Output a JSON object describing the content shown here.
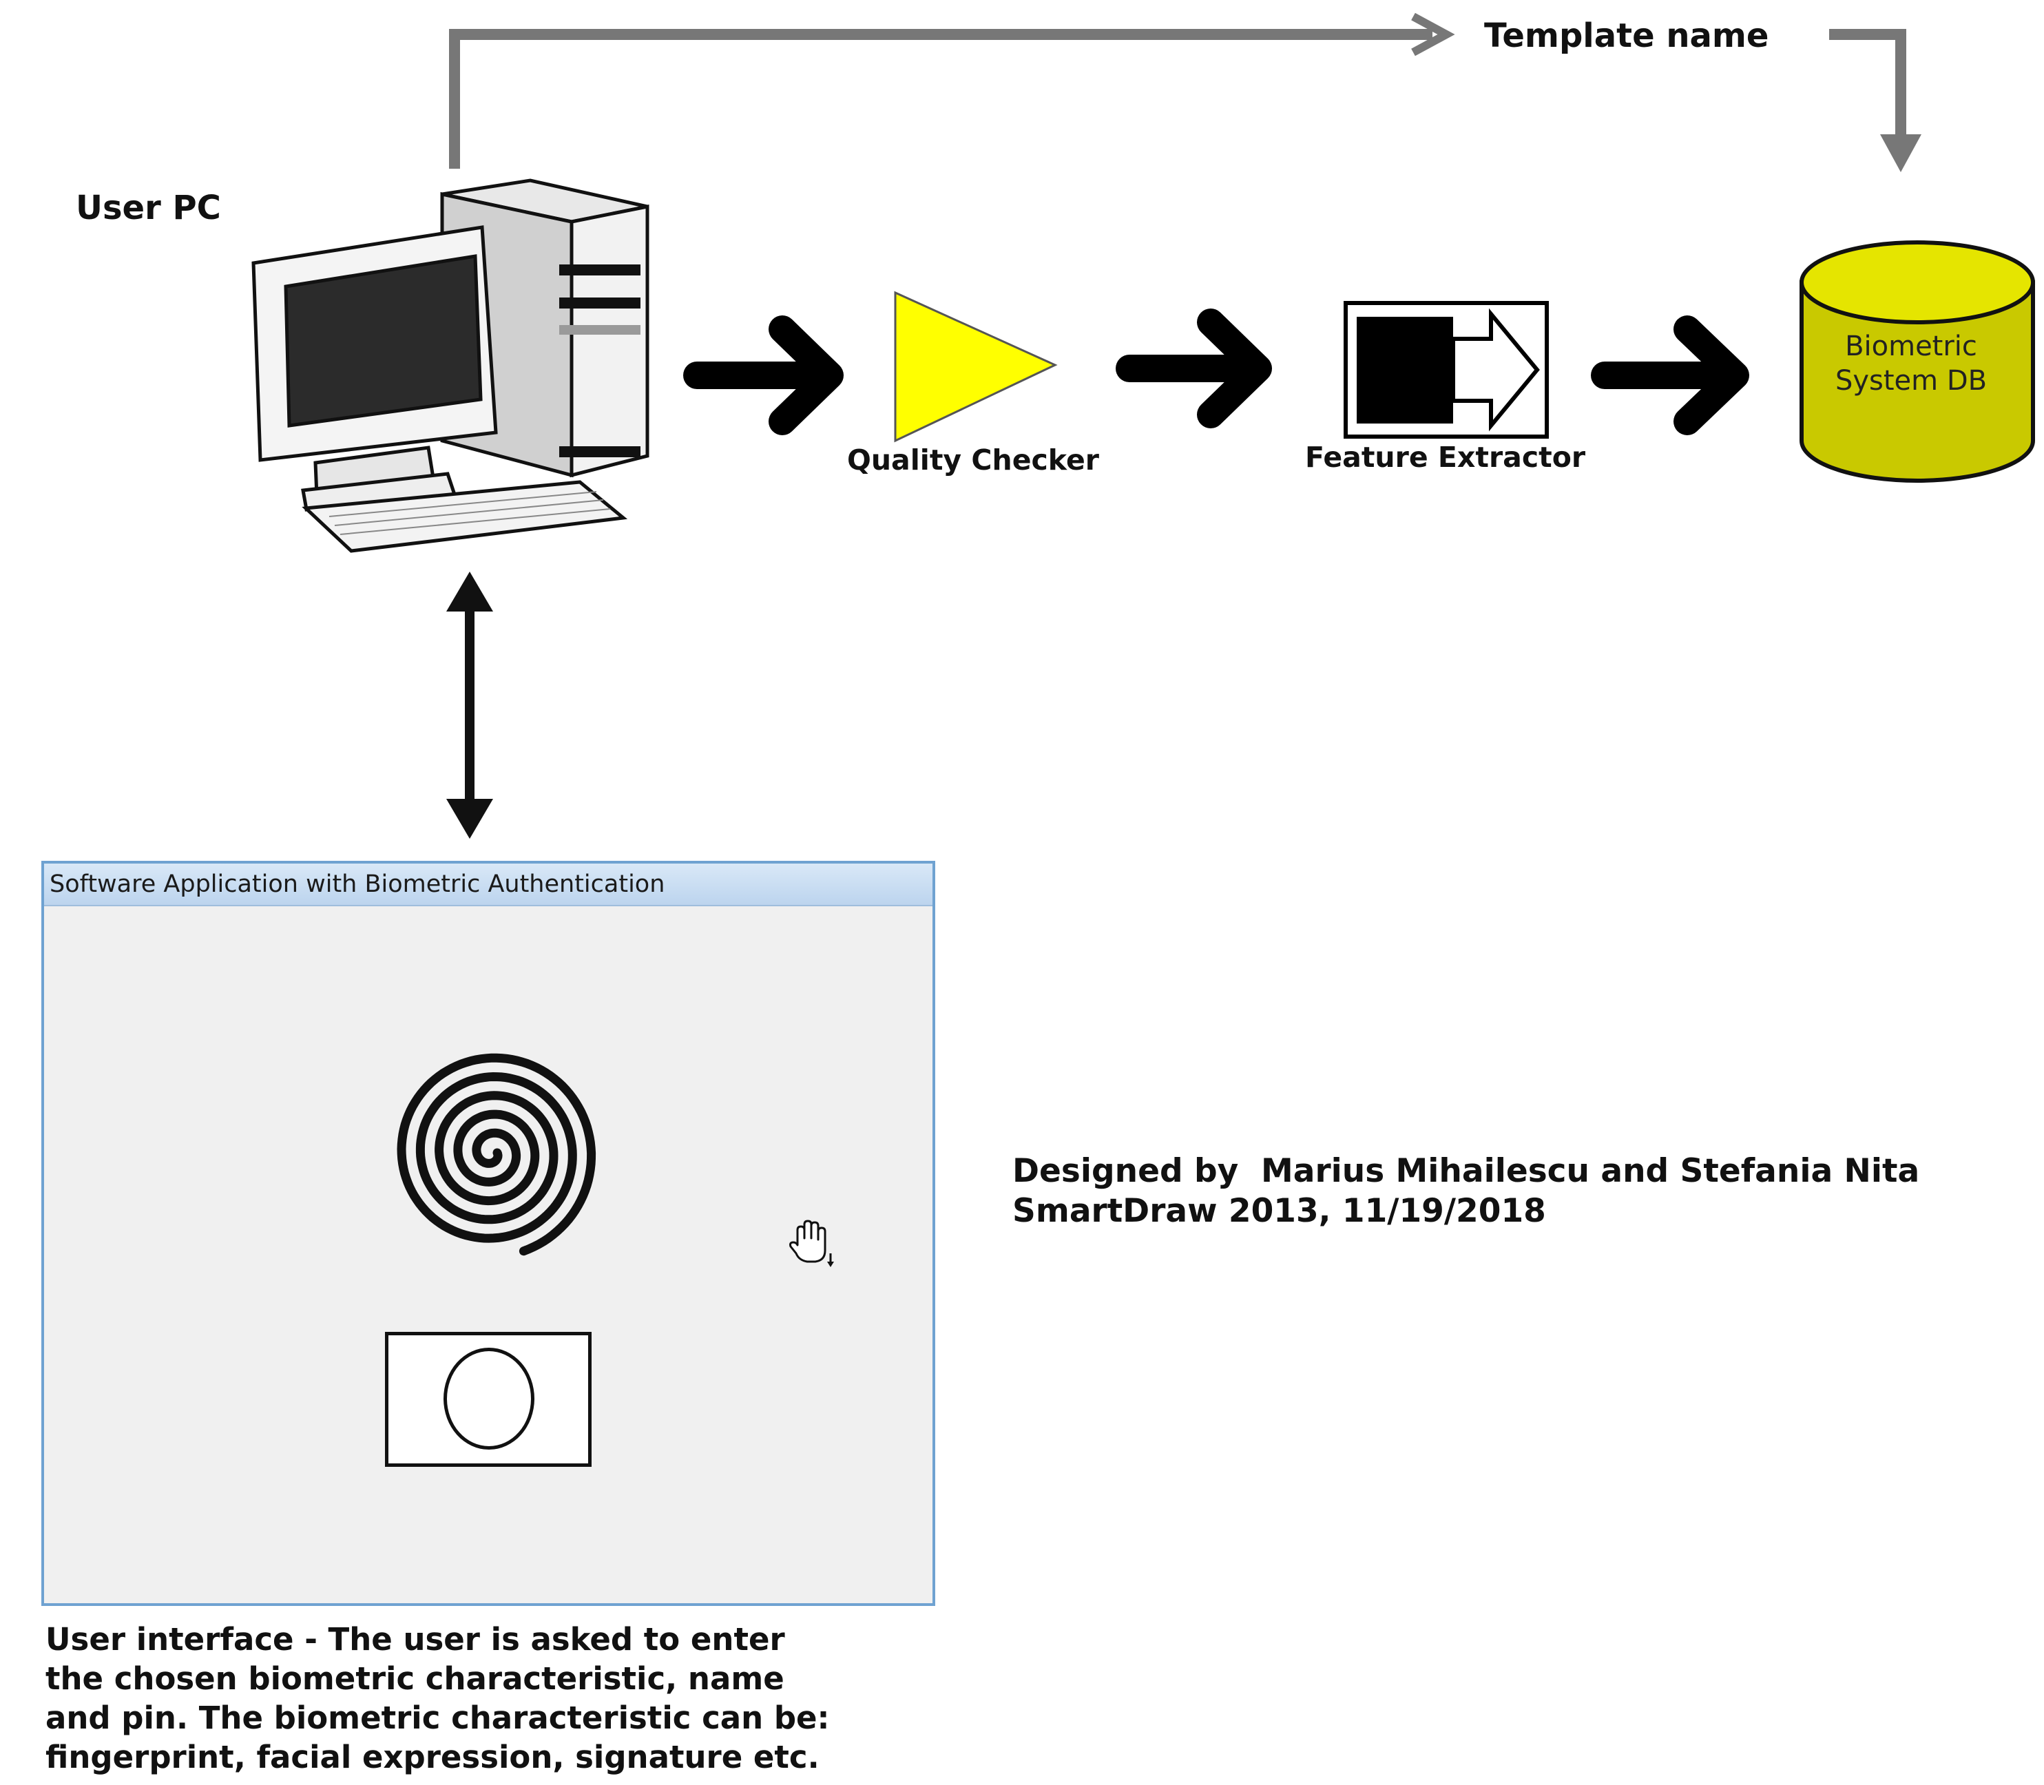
{
  "template_label": "Template name",
  "user_pc": {
    "label": "User PC",
    "icon": "desktop-computer-icon"
  },
  "quality_checker": {
    "label": "Quality Checker",
    "color": "#ffff00"
  },
  "feature_extractor": {
    "label": "Feature Extractor"
  },
  "database": {
    "line1": "Biometric",
    "line2": "System DB",
    "color": "#d4d400"
  },
  "app_window": {
    "title": "Software Application with Biometric Authentication",
    "fingerprint_icon": "fingerprint-spiral-icon",
    "face_icon": "face-oval-icon",
    "cursor_icon": "hand-cursor-icon"
  },
  "ui_description": {
    "lines": [
      "User interface - The user is asked to enter",
      "the chosen biometric characteristic, name",
      "and pin. The biometric characteristic can be:",
      "fingerprint, facial expression, signature etc."
    ]
  },
  "credits": {
    "line1": "Designed by  Marius Mihailescu and Stefania Nita",
    "line2": "SmartDraw 2013, 11/19/2018"
  }
}
